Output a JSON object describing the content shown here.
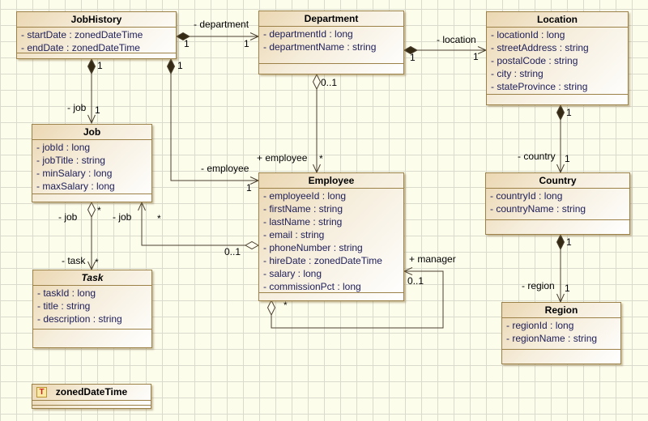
{
  "classes": [
    {
      "name": "JobHistory",
      "attributes": [
        "- startDate : zonedDateTime",
        "- endDate : zonedDateTime"
      ]
    },
    {
      "name": "Department",
      "attributes": [
        "- departmentId : long",
        "- departmentName : string"
      ]
    },
    {
      "name": "Location",
      "attributes": [
        "- locationId : long",
        "- streetAddress : string",
        "- postalCode : string",
        "- city : string",
        "- stateProvince : string"
      ]
    },
    {
      "name": "Job",
      "attributes": [
        "- jobId : long",
        "- jobTitle : string",
        "- minSalary : long",
        "- maxSalary : long"
      ]
    },
    {
      "name": "Employee",
      "attributes": [
        "- employeeId : long",
        "- firstName : string",
        "- lastName : string",
        "- email : string",
        "- phoneNumber : string",
        "- hireDate : zonedDateTime",
        "- salary : long",
        "- commissionPct : long"
      ]
    },
    {
      "name": "Country",
      "attributes": [
        "- countryId : long",
        "- countryName : string"
      ]
    },
    {
      "name": "Task",
      "attributes": [
        "- taskId : long",
        "- title : string",
        "- description : string"
      ]
    },
    {
      "name": "Region",
      "attributes": [
        "- regionId : long",
        "- regionName : string"
      ]
    }
  ],
  "datatype": {
    "name": "zonedDateTime",
    "icon_letter": "T"
  },
  "edges": {
    "department": {
      "role": "- department",
      "src_mult": "1",
      "dst_mult": "1"
    },
    "location": {
      "role": "- location",
      "src_mult": "1",
      "dst_mult": "1"
    },
    "dept_employee": {
      "role": "+ employee",
      "src_mult": "0..1",
      "dst_mult": "*"
    },
    "jh_job": {
      "role": "- job",
      "src_mult": "1",
      "dst_mult": "1"
    },
    "jh_employee": {
      "role": "- employee",
      "src_mult": "1",
      "dst_mult": "1"
    },
    "job_task": {
      "src_role": "- job",
      "src_mult": "*",
      "dst_role": "- task",
      "dst_mult": "*"
    },
    "emp_job": {
      "role": "- job",
      "src_mult": "0..1",
      "dst_mult": "*"
    },
    "manager": {
      "role": "+ manager",
      "src_mult": "*",
      "dst_mult": "0..1"
    },
    "country": {
      "role": "- country",
      "src_mult": "1",
      "dst_mult": "1"
    },
    "region": {
      "role": "- region",
      "src_mult": "1",
      "dst_mult": "1"
    }
  },
  "colors": {
    "background": "#fdfdec",
    "grid": "#dadacd",
    "box_border": "#9b8148",
    "box_fill_top": "#ebd7b2",
    "attr_text": "#20205a",
    "edge": "#4b4030",
    "type_icon_letter": "#cc2020"
  }
}
